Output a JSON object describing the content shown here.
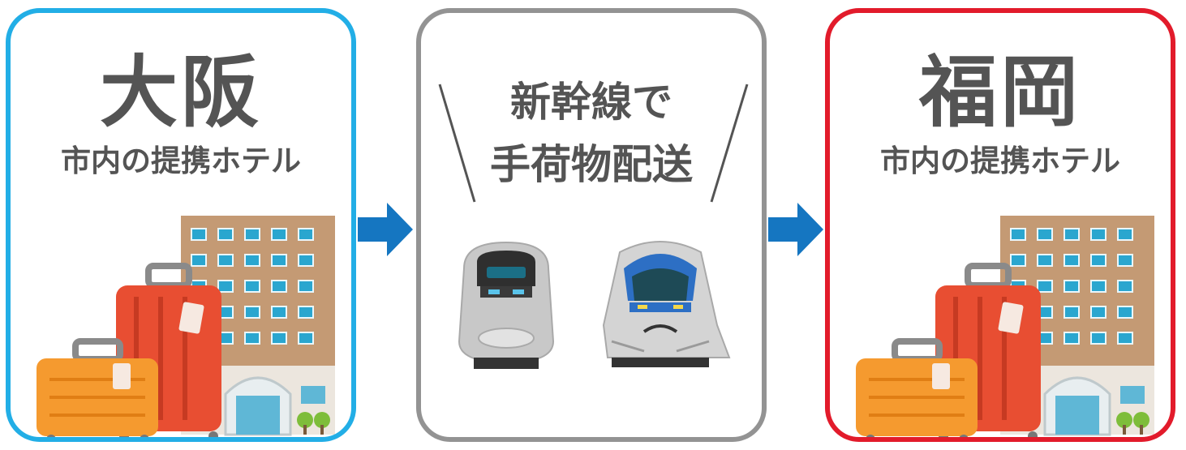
{
  "panels": [
    {
      "city": "大阪",
      "subtitle": "市内の提携ホテル",
      "border_color": "#22aee6"
    },
    {
      "line1": "新幹線で",
      "line2": "手荷物配送",
      "border_color": "#939393"
    },
    {
      "city": "福岡",
      "subtitle": "市内の提携ホテル",
      "border_color": "#e21b2b"
    }
  ],
  "colors": {
    "arrow": "#1576c1",
    "text": "#545454"
  },
  "icons": [
    "hotel-building-icon",
    "red-suitcase-icon",
    "orange-suitcase-icon",
    "shinkansen-train-icon",
    "blue-shinkansen-train-icon",
    "arrow-right-icon"
  ]
}
